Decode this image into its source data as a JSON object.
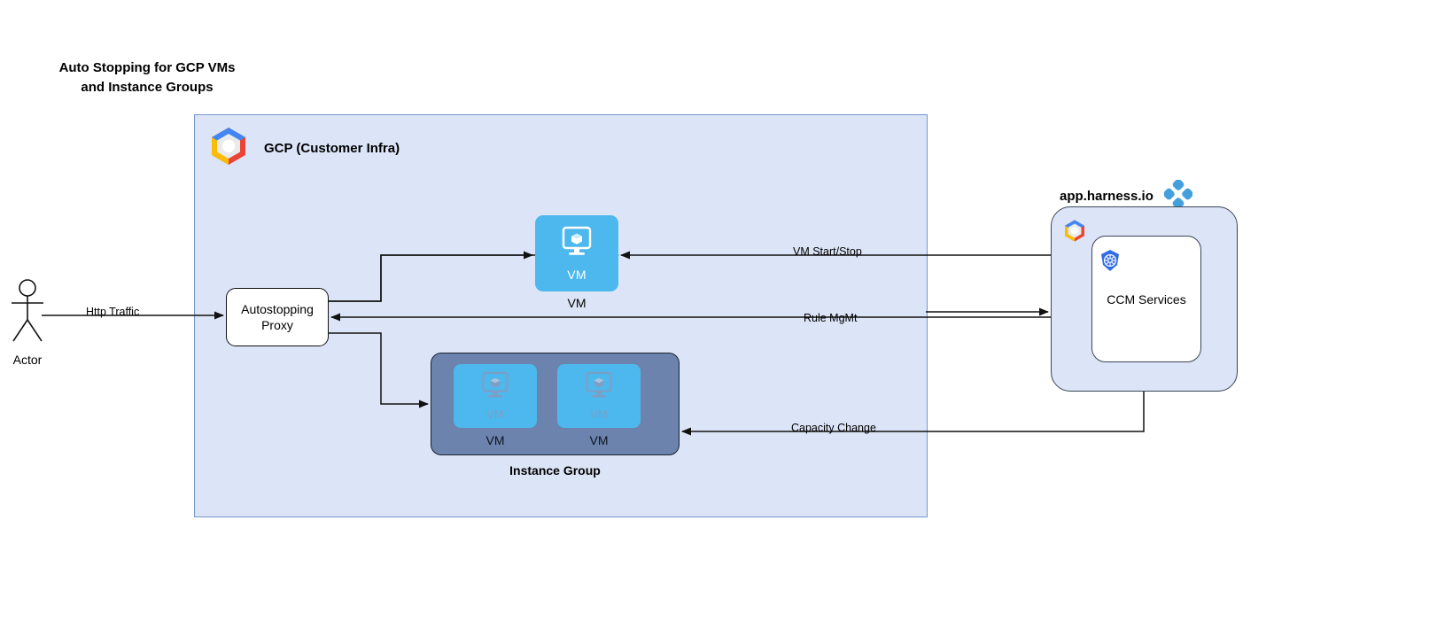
{
  "title": "Auto Stopping for GCP VMs\nand Instance Groups",
  "gcp_container": {
    "label": "GCP (Customer Infra)",
    "logo_icon": "gcp-logo-icon",
    "fill_color": "#dce5f7",
    "border_color": "#7795c9"
  },
  "actor": {
    "label": "Actor",
    "icon": "stick-figure-actor-icon"
  },
  "proxy": {
    "label": "Autostopping\nProxy"
  },
  "vm_node": {
    "inner_label": "VM",
    "caption": "VM",
    "icon": "vm-monitor-cube-icon",
    "fill_color": "#4db8ee"
  },
  "instance_group": {
    "caption": "Instance Group",
    "fill_color": "#6b83ad",
    "vms": [
      {
        "inner_label": "VM",
        "caption": "VM",
        "icon": "vm-monitor-cube-icon"
      },
      {
        "inner_label": "VM",
        "caption": "VM",
        "icon": "vm-monitor-cube-icon"
      }
    ]
  },
  "harness": {
    "label": "app.harness.io",
    "logo_icon": "harness-diamond-logo-icon",
    "panel_gcp_icon": "gcp-logo-icon",
    "service": {
      "label": "CCM Services",
      "icon": "kubernetes-logo-icon"
    },
    "panel_fill_color": "#dce5f7"
  },
  "edges": [
    {
      "id": "http-traffic",
      "label": "Http Traffic",
      "from": "actor",
      "to": "proxy"
    },
    {
      "id": "vm-start-stop",
      "label": "VM Start/Stop",
      "from": "ccm",
      "to": "vm"
    },
    {
      "id": "rule-mgmt",
      "label": "Rule MgMt",
      "from": "ccm",
      "to": "proxy"
    },
    {
      "id": "capacity",
      "label": "Capacity Change",
      "from": "ccm",
      "to": "instance-group"
    },
    {
      "id": "proxy-to-vm",
      "label": "",
      "from": "proxy",
      "to": "vm"
    },
    {
      "id": "proxy-to-ig",
      "label": "",
      "from": "proxy",
      "to": "instance-group"
    }
  ]
}
